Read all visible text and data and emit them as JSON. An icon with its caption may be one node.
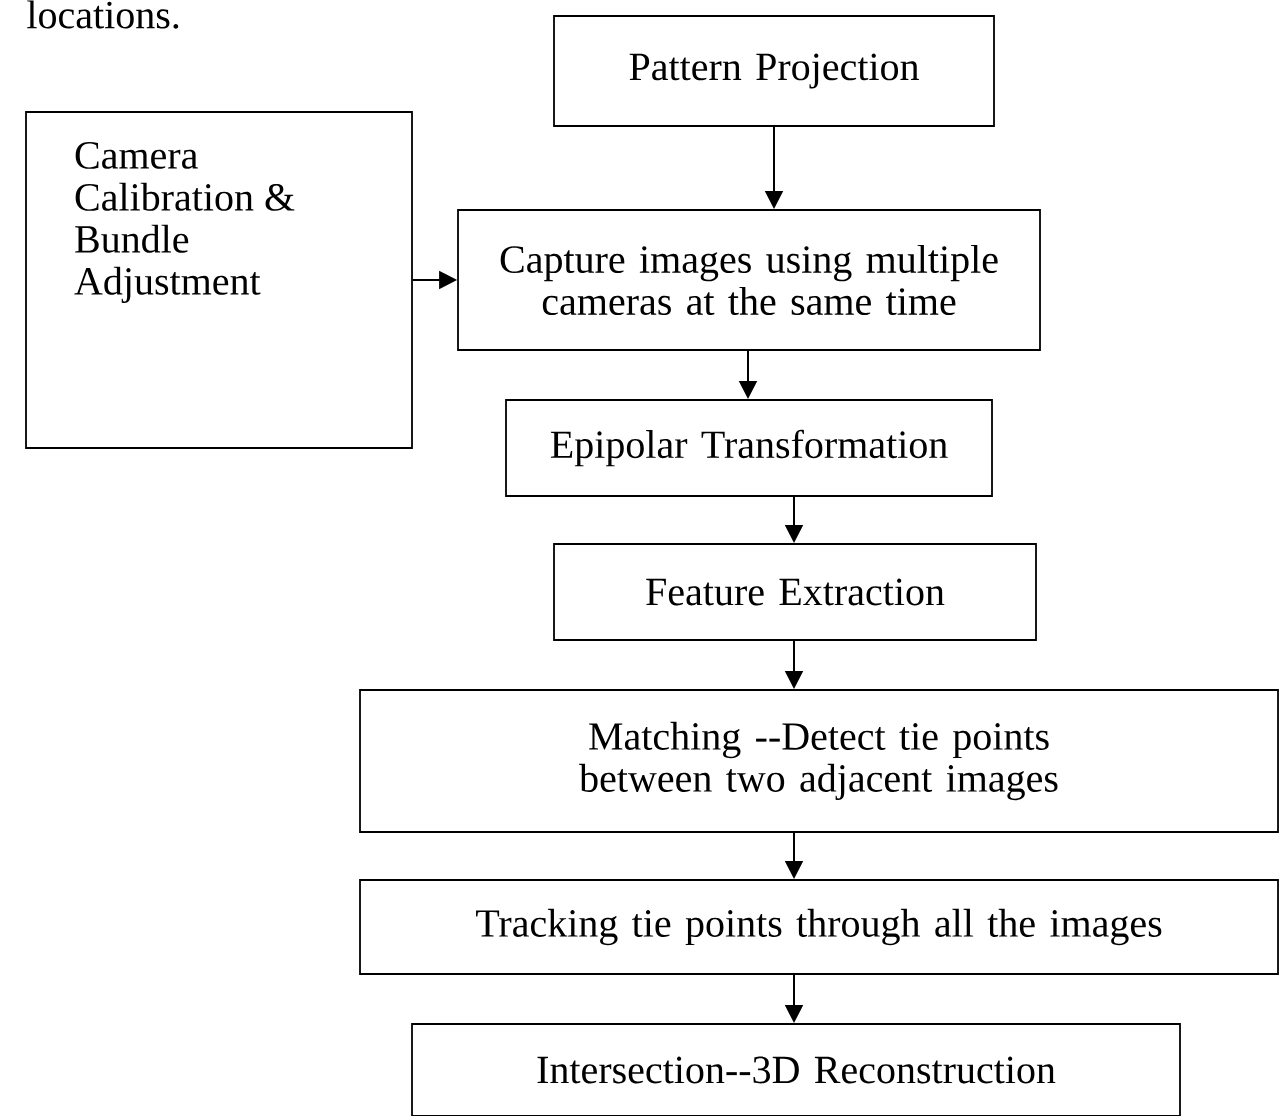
{
  "diagram": {
    "nodes": [
      {
        "text": [
          "Pattern Projection"
        ]
      },
      {
        "text": [
          "Camera Calibration & Bundle Adjustment"
        ]
      },
      {
        "text": [
          "Capture images using multiple cameras at the same time"
        ]
      },
      {
        "text": [
          "Epipolar Transformation"
        ]
      },
      {
        "text": [
          "Feature Extraction"
        ]
      },
      {
        "text": [
          "Matching --Detect tie points between two adjacent images"
        ]
      },
      {
        "text": [
          "Tracking tie points through all the images"
        ]
      },
      {
        "text": [
          "Intersection--3D Reconstruction"
        ]
      }
    ],
    "edges": [
      {
        "from": 0,
        "to": 2,
        "arrow": "to"
      },
      {
        "from": 1,
        "to": 2,
        "arrow": "to"
      },
      {
        "from": 2,
        "to": 3,
        "arrow": "to"
      },
      {
        "from": 3,
        "to": 4,
        "arrow": "to"
      },
      {
        "from": 4,
        "to": 5,
        "arrow": "to"
      },
      {
        "from": 5,
        "to": 6,
        "arrow": "to"
      },
      {
        "from": 6,
        "to": 7,
        "arrow": "to"
      }
    ],
    "labels": [
      "locations."
    ]
  }
}
